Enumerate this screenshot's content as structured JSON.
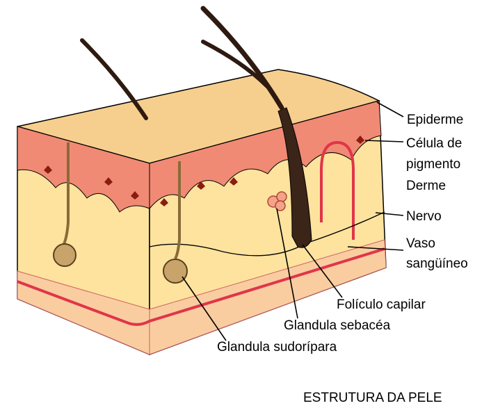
{
  "figure": {
    "title": "ESTRUTURA DA PELE",
    "labels": {
      "epiderme": "Epiderme",
      "celula_line1": "Célula de",
      "celula_line2": "pigmento",
      "derme": "Derme",
      "nervo": "Nervo",
      "vaso_line1": "Vaso",
      "vaso_line2": "sangüíneo",
      "foliculo": "Folículo capilar",
      "sebacea": "Glandula sebacéa",
      "sudoripara": "Glandula sudorípara"
    }
  },
  "colors": {
    "surface": "#f6cf8e",
    "epidermis": "#f08a74",
    "dermis": "#fde39e",
    "fat": "#f9cda0",
    "vessel": "#e0354a",
    "hair": "#2e1a10",
    "gland": "#c9a46a"
  }
}
